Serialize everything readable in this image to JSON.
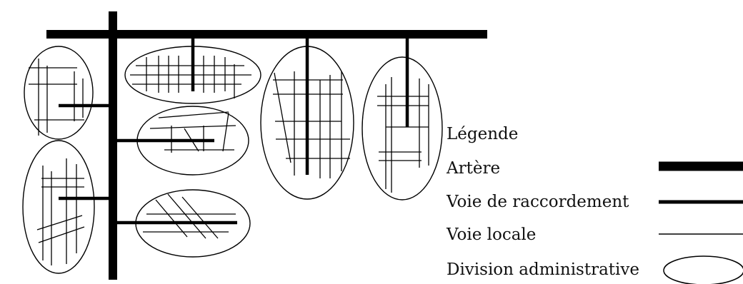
{
  "legend": {
    "title": "Légende",
    "items": [
      {
        "key": "arterial",
        "label": "Artère",
        "symbol": "thick-line"
      },
      {
        "key": "connector",
        "label": "Voie de raccordement",
        "symbol": "medium-line"
      },
      {
        "key": "local",
        "label": "Voie locale",
        "symbol": "thin-line"
      },
      {
        "key": "division",
        "label": "Division administrative",
        "symbol": "ellipse"
      }
    ]
  },
  "colors": {
    "stroke": "#000000",
    "background": "#ffffff",
    "text": "#111111"
  }
}
